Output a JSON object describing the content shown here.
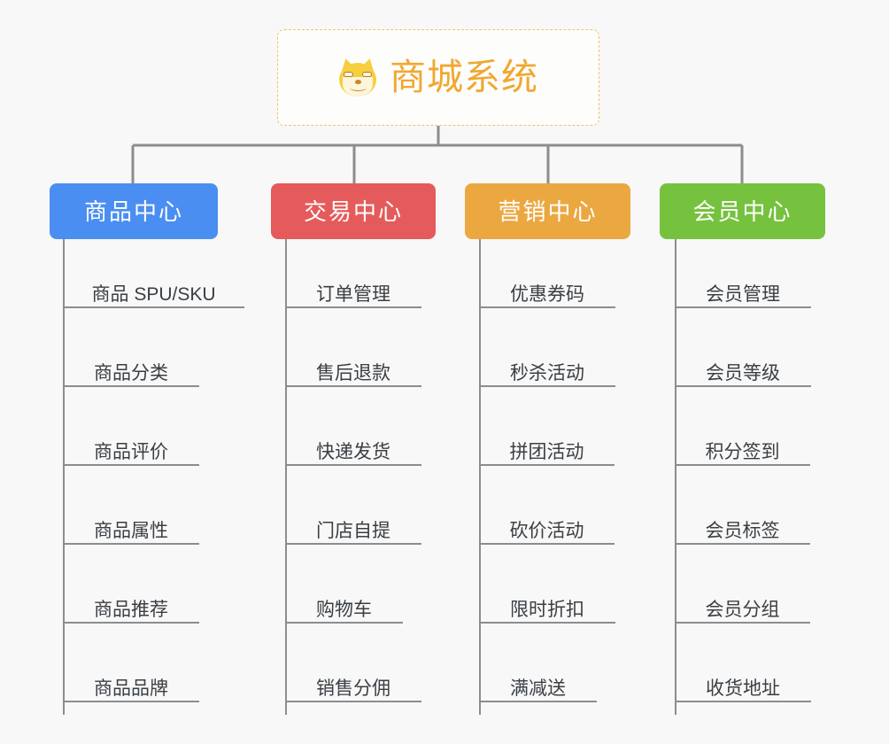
{
  "page": {
    "background_color": "#f8f8f8",
    "line_color": "#8d8d8d"
  },
  "root": {
    "title": "商城系统",
    "icon": "shiba-dog-icon",
    "text_color": "#f0a830",
    "border_color": "#f0c269"
  },
  "branches": [
    {
      "id": "product-center",
      "label": "商品中心",
      "color": "#4a8ef2",
      "items": [
        "商品 SPU/SKU",
        "商品分类",
        "商品评价",
        "商品属性",
        "商品推荐",
        "商品品牌"
      ]
    },
    {
      "id": "trade-center",
      "label": "交易中心",
      "color": "#e55b5b",
      "items": [
        "订单管理",
        "售后退款",
        "快递发货",
        "门店自提",
        "购物车",
        "销售分佣"
      ]
    },
    {
      "id": "marketing-center",
      "label": "营销中心",
      "color": "#eba841",
      "items": [
        "优惠券码",
        "秒杀活动",
        "拼团活动",
        "砍价活动",
        "限时折扣",
        "满减送"
      ]
    },
    {
      "id": "member-center",
      "label": "会员中心",
      "color": "#76c23e",
      "items": [
        "会员管理",
        "会员等级",
        "积分签到",
        "会员标签",
        "会员分组",
        "收货地址"
      ]
    }
  ]
}
